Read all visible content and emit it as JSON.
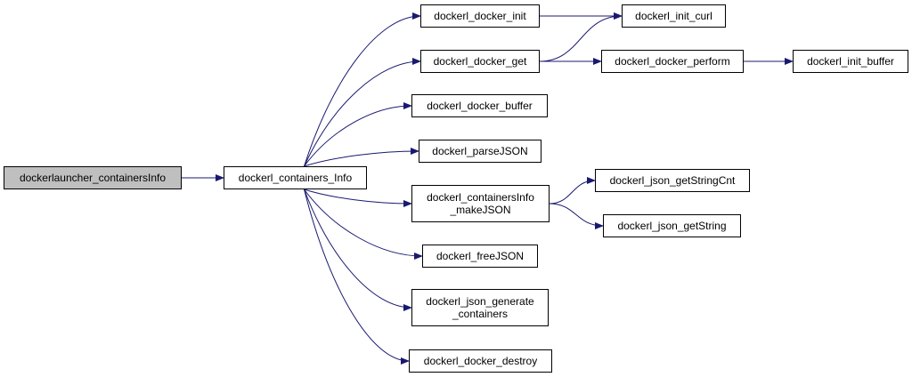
{
  "diagram": {
    "type": "call-graph",
    "colors": {
      "edge": "#191970",
      "node_border": "#000000",
      "root_fill": "#bfbfbf",
      "node_fill": "#ffffff"
    },
    "nodes": {
      "root": "dockerlauncher_containersInfo",
      "containers_info": "dockerl_containers_Info",
      "docker_init": "dockerl_docker_init",
      "init_curl": "dockerl_init_curl",
      "docker_get": "dockerl_docker_get",
      "docker_perform": "dockerl_docker_perform",
      "init_buffer": "dockerl_init_buffer",
      "docker_buffer": "dockerl_docker_buffer",
      "parse_json": "dockerl_parseJSON",
      "make_json": "dockerl_containersInfo\n_makeJSON",
      "get_string_cnt": "dockerl_json_getStringCnt",
      "get_string": "dockerl_json_getString",
      "free_json": "dockerl_freeJSON",
      "generate_containers": "dockerl_json_generate\n_containers",
      "docker_destroy": "dockerl_docker_destroy"
    },
    "edges": [
      [
        "root",
        "containers_info"
      ],
      [
        "containers_info",
        "docker_init"
      ],
      [
        "containers_info",
        "docker_get"
      ],
      [
        "containers_info",
        "docker_buffer"
      ],
      [
        "containers_info",
        "parse_json"
      ],
      [
        "containers_info",
        "make_json"
      ],
      [
        "containers_info",
        "free_json"
      ],
      [
        "containers_info",
        "generate_containers"
      ],
      [
        "containers_info",
        "docker_destroy"
      ],
      [
        "docker_init",
        "init_curl"
      ],
      [
        "docker_get",
        "init_curl"
      ],
      [
        "docker_get",
        "docker_perform"
      ],
      [
        "docker_perform",
        "init_buffer"
      ],
      [
        "make_json",
        "get_string_cnt"
      ],
      [
        "make_json",
        "get_string"
      ]
    ]
  }
}
